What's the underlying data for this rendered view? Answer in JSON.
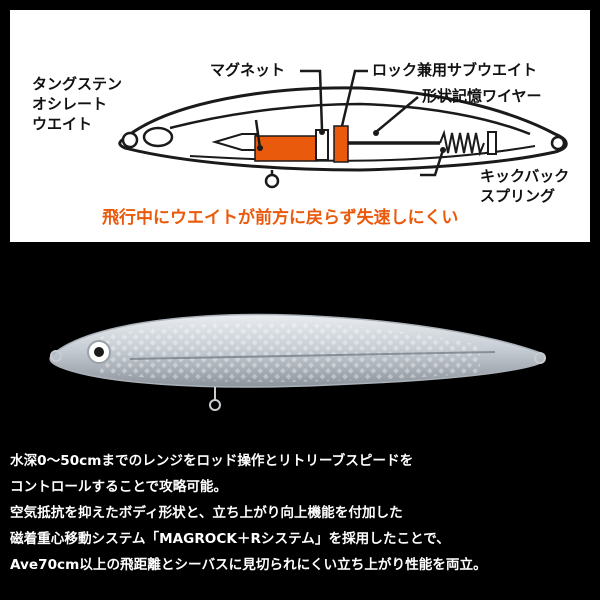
{
  "diagram": {
    "labels": {
      "tungsten_weight": [
        "タングステン",
        "オシレート",
        "ウエイト"
      ],
      "magnet": "マグネット",
      "sub_weight": "ロック兼用サブウエイト",
      "shape_memory_wire": "形状記憶ワイヤー",
      "kickback_spring": [
        "キックバック",
        "スプリング"
      ]
    },
    "caption": "飛行中にウエイトが前方に戻らず失速しにくい",
    "colors": {
      "accent": "#ea5a0c",
      "line": "#1a1a1a"
    }
  },
  "description": {
    "lines": [
      "水深0〜50cmまでのレンジをロッド操作とリトリーブスピードを",
      "コントロールすることで攻略可能。",
      "空気抵抗を抑えたボディ形状と、立ち上がり向上機能を付加した",
      "磁着重心移動システム「MAGROCK＋Rシステム」を採用したことで、",
      "Ave70cm以上の飛距離とシーバスに見切られにくい立ち上がり性能を両立。"
    ]
  }
}
